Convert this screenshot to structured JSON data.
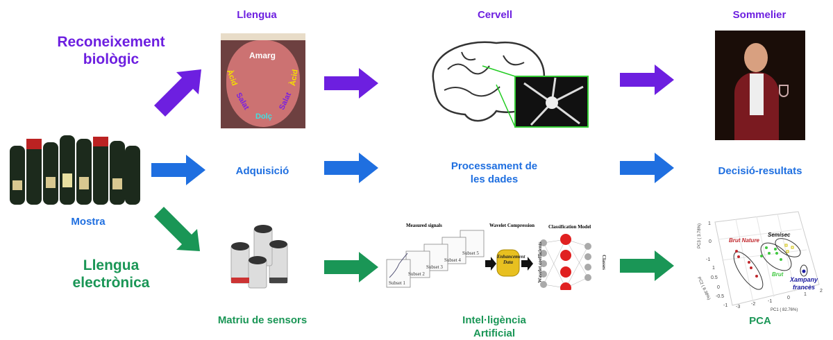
{
  "colors": {
    "biological": "#6d1fe0",
    "process": "#1f6fe0",
    "electronic": "#1a9656"
  },
  "rows": {
    "biological": {
      "title_line1": "Reconeixement",
      "title_line2": "biològic"
    },
    "electronic": {
      "title_line1": "Llengua",
      "title_line2": "electrònica"
    }
  },
  "sample": {
    "label": "Mostra"
  },
  "columns": {
    "acquisition": {
      "top": "Llengua",
      "middle": "Adquisició",
      "bottom": "Matriu de sensors"
    },
    "processing": {
      "top": "Cervell",
      "middle_line1": "Processament de",
      "middle_line2": "les dades",
      "bottom_line1": "Intel·ligència",
      "bottom_line2": "Artificial"
    },
    "decision": {
      "top": "Sommelier",
      "middle": "Decisió-resultats",
      "bottom": "PCA"
    }
  },
  "tongue": {
    "labels": {
      "top": "Amarg",
      "left_sour": "Àcid",
      "right_sour": "Àcid",
      "left_salt": "Salat",
      "right_salt": "Salat",
      "sweet": "Dolç"
    }
  },
  "network": {
    "measured": "Measured signals",
    "wavelet": "Wavelet Compression",
    "classification": "Classification Model",
    "subsets": [
      "Subset 1",
      "Subset 2",
      "Subset 3",
      "Subset 4",
      "Subset 5"
    ],
    "data": "Enhancement Data",
    "inputs": "Wavelet coefficients",
    "outputs": "Classes"
  },
  "pca": {
    "groups": [
      "Brut Nature",
      "Brut",
      "Semisec",
      "Xampany francès"
    ],
    "group_colors": [
      "#c0282d",
      "#3fc83f",
      "#d0c000",
      "#1a1aa0"
    ],
    "xlabel": "PC1 ( 82.76%)",
    "ylabel": "PC2 ( 8.38%)",
    "zlabel": "PC3 ( 3.78%)",
    "xticks": [
      "-3",
      "-2",
      "-1",
      "0",
      "1",
      "2"
    ],
    "yticks": [
      "1",
      "0.5",
      "0",
      "-0.5",
      "-1"
    ],
    "zticks": [
      "1",
      "0",
      "-1"
    ]
  }
}
